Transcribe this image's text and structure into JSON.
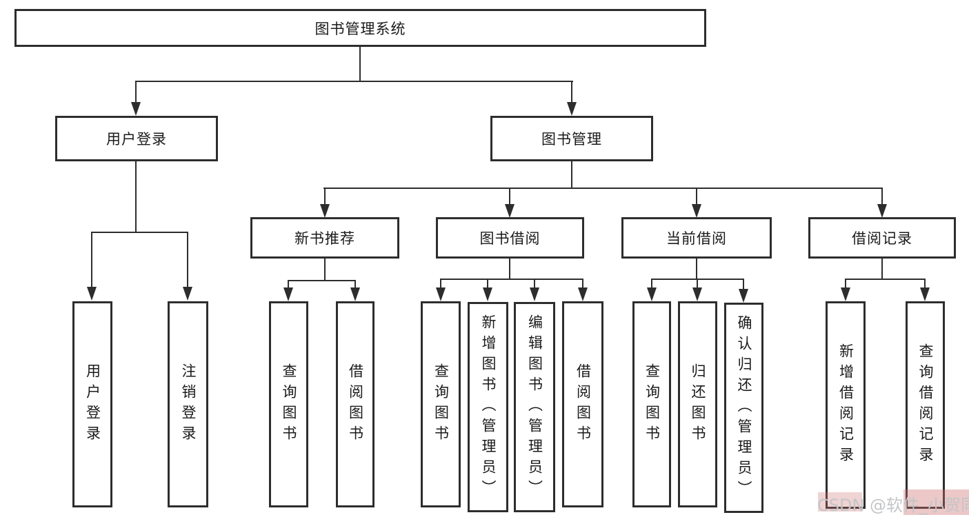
{
  "tree": {
    "root": "图书管理系统",
    "branches": [
      {
        "label": "用户登录",
        "children": [
          "用户登录",
          "注销登录"
        ]
      },
      {
        "label": "图书管理",
        "sections": [
          {
            "label": "新书推荐",
            "children": [
              "查询图书",
              "借阅图书"
            ]
          },
          {
            "label": "图书借阅",
            "children": [
              "查询图书",
              "新增图书（管理员）",
              "编辑图书（管理员）",
              "借阅图书"
            ]
          },
          {
            "label": "当前借阅",
            "children": [
              "查询图书",
              "归还图书",
              "确认归还（管理员）"
            ]
          },
          {
            "label": "借阅记录",
            "children": [
              "新增借阅记录",
              "查询借阅记录"
            ]
          }
        ]
      }
    ]
  },
  "watermark": {
    "text": "CSDN @软件_小贺同学"
  },
  "colors": {
    "line": "#2d2d2d",
    "text": "#1a1a1a",
    "watermark_text": "#c3c5c7",
    "watermark_highlight": "#eed5d5",
    "background": "#ffffff"
  }
}
